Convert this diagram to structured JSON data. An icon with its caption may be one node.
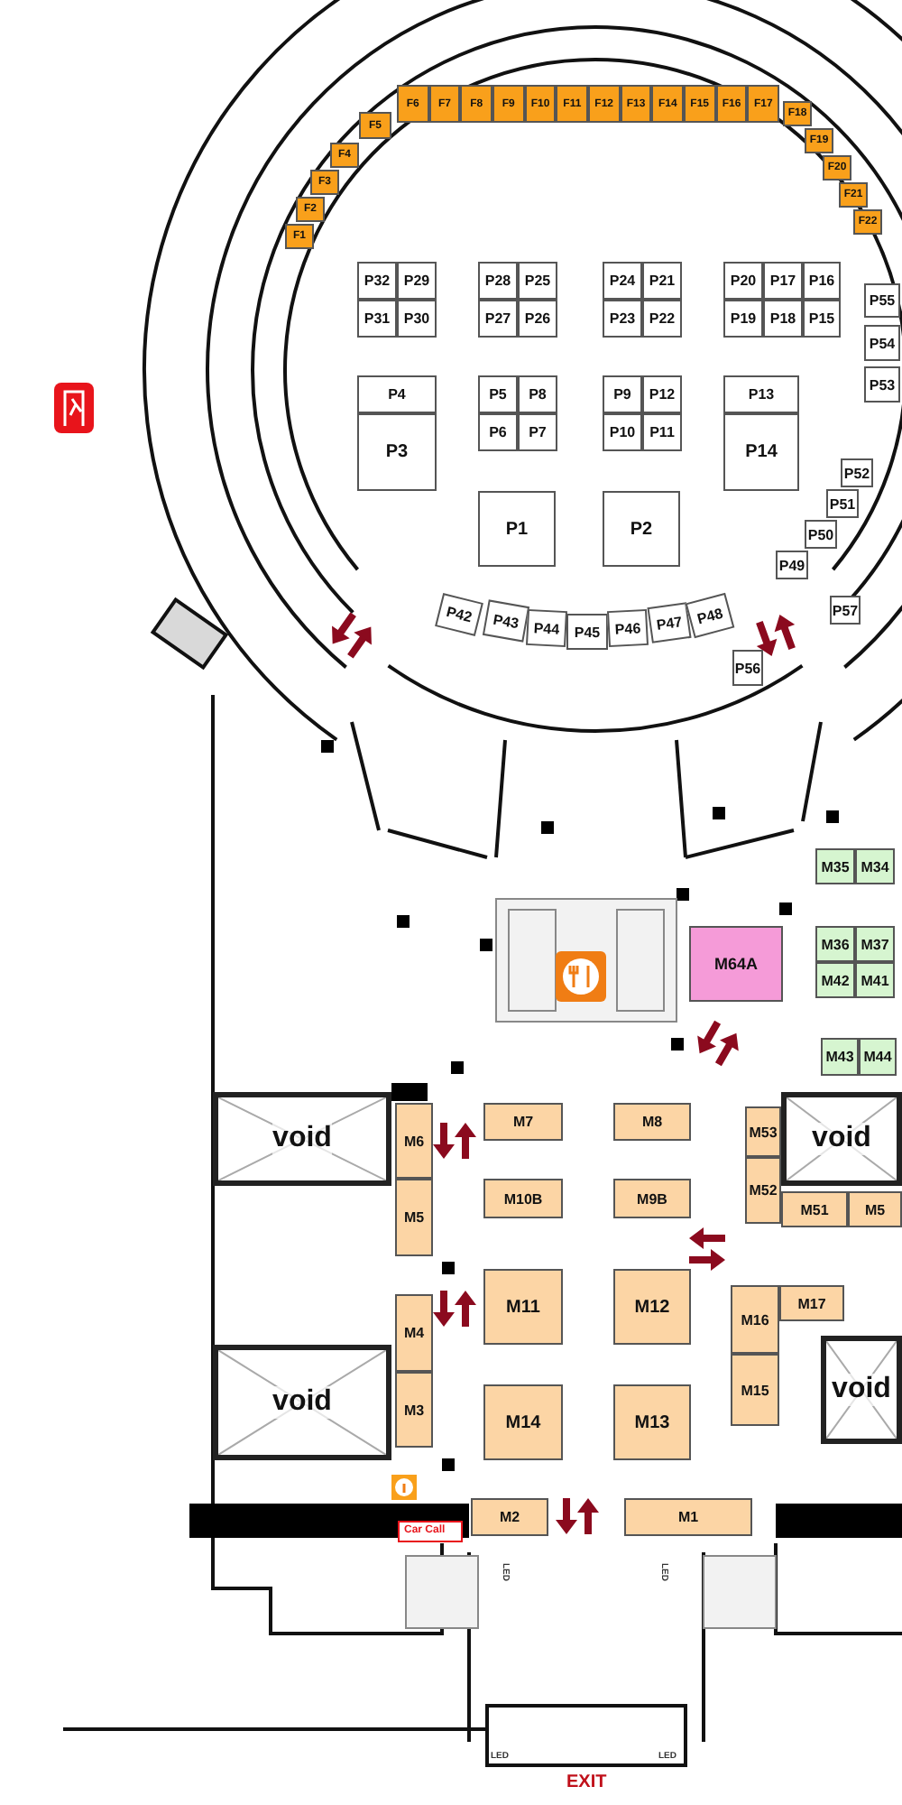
{
  "diagram": {
    "nodes": [
      {
        "text": [
          "F1"
        ]
      },
      {
        "text": [
          "F2"
        ]
      },
      {
        "text": [
          "F3"
        ]
      },
      {
        "text": [
          "F4"
        ]
      },
      {
        "text": [
          "F5"
        ]
      },
      {
        "text": [
          "F6"
        ]
      },
      {
        "text": [
          "F7"
        ]
      },
      {
        "text": [
          "F8"
        ]
      },
      {
        "text": [
          "F9"
        ]
      },
      {
        "text": [
          "F10"
        ]
      },
      {
        "text": [
          "F11"
        ]
      },
      {
        "text": [
          "F12"
        ]
      },
      {
        "text": [
          "F13"
        ]
      },
      {
        "text": [
          "F14"
        ]
      },
      {
        "text": [
          "F15"
        ]
      },
      {
        "text": [
          "F16"
        ]
      },
      {
        "text": [
          "F17"
        ]
      },
      {
        "text": [
          "F18"
        ]
      },
      {
        "text": [
          "F19"
        ]
      },
      {
        "text": [
          "F20"
        ]
      },
      {
        "text": [
          "F21"
        ]
      },
      {
        "text": [
          "F22"
        ]
      },
      {
        "text": [
          "P32"
        ]
      },
      {
        "text": [
          "P29"
        ]
      },
      {
        "text": [
          "P28"
        ]
      },
      {
        "text": [
          "P25"
        ]
      },
      {
        "text": [
          "P24"
        ]
      },
      {
        "text": [
          "P21"
        ]
      },
      {
        "text": [
          "P20"
        ]
      },
      {
        "text": [
          "P17"
        ]
      },
      {
        "text": [
          "P16"
        ]
      },
      {
        "text": [
          "P55"
        ]
      },
      {
        "text": [
          "P31"
        ]
      },
      {
        "text": [
          "P30"
        ]
      },
      {
        "text": [
          "P27"
        ]
      },
      {
        "text": [
          "P26"
        ]
      },
      {
        "text": [
          "P23"
        ]
      },
      {
        "text": [
          "P22"
        ]
      },
      {
        "text": [
          "P19"
        ]
      },
      {
        "text": [
          "P18"
        ]
      },
      {
        "text": [
          "P15"
        ]
      },
      {
        "text": [
          "P54"
        ]
      },
      {
        "text": [
          "P53"
        ]
      },
      {
        "text": [
          "P4"
        ]
      },
      {
        "text": [
          "P5"
        ]
      },
      {
        "text": [
          "P8"
        ]
      },
      {
        "text": [
          "P9"
        ]
      },
      {
        "text": [
          "P12"
        ]
      },
      {
        "text": [
          "P13"
        ]
      },
      {
        "text": [
          "P3"
        ]
      },
      {
        "text": [
          "P6"
        ]
      },
      {
        "text": [
          "P7"
        ]
      },
      {
        "text": [
          "P10"
        ]
      },
      {
        "text": [
          "P11"
        ]
      },
      {
        "text": [
          "P14"
        ]
      },
      {
        "text": [
          "P52"
        ]
      },
      {
        "text": [
          "P51"
        ]
      },
      {
        "text": [
          "P1"
        ]
      },
      {
        "text": [
          "P2"
        ]
      },
      {
        "text": [
          "P50"
        ]
      },
      {
        "text": [
          "P49"
        ]
      },
      {
        "text": [
          "P57"
        ]
      },
      {
        "text": [
          "P42"
        ]
      },
      {
        "text": [
          "P43"
        ]
      },
      {
        "text": [
          "P44"
        ]
      },
      {
        "text": [
          "P45"
        ]
      },
      {
        "text": [
          "P46"
        ]
      },
      {
        "text": [
          "P47"
        ]
      },
      {
        "text": [
          "P48"
        ]
      },
      {
        "text": [
          "P56"
        ]
      },
      {
        "text": [
          "M35"
        ]
      },
      {
        "text": [
          "M34"
        ]
      },
      {
        "text": [
          "M64A"
        ]
      },
      {
        "text": [
          "M36"
        ]
      },
      {
        "text": [
          "M37"
        ]
      },
      {
        "text": [
          "M42"
        ]
      },
      {
        "text": [
          "M41"
        ]
      },
      {
        "text": [
          "M43"
        ]
      },
      {
        "text": [
          "M44"
        ]
      },
      {
        "text": [
          "void"
        ]
      },
      {
        "text": [
          "M6"
        ]
      },
      {
        "text": [
          "M7"
        ]
      },
      {
        "text": [
          "M8"
        ]
      },
      {
        "text": [
          "M53"
        ]
      },
      {
        "text": [
          "void"
        ]
      },
      {
        "text": [
          "M5"
        ]
      },
      {
        "text": [
          "M10B"
        ]
      },
      {
        "text": [
          "M9B"
        ]
      },
      {
        "text": [
          "M52"
        ]
      },
      {
        "text": [
          "M51"
        ]
      },
      {
        "text": [
          "M5"
        ]
      },
      {
        "text": [
          "M4"
        ]
      },
      {
        "text": [
          "M11"
        ]
      },
      {
        "text": [
          "M12"
        ]
      },
      {
        "text": [
          "M16"
        ]
      },
      {
        "text": [
          "M17"
        ]
      },
      {
        "text": [
          "void"
        ]
      },
      {
        "text": [
          "void"
        ]
      },
      {
        "text": [
          "M3"
        ]
      },
      {
        "text": [
          "M14"
        ]
      },
      {
        "text": [
          "M13"
        ]
      },
      {
        "text": [
          "M15"
        ]
      },
      {
        "text": [
          "M2"
        ]
      },
      {
        "text": [
          "M1"
        ]
      }
    ],
    "labels": [
      "Car Call",
      "LED",
      "LED",
      "LED",
      "LED",
      "EXIT"
    ]
  }
}
